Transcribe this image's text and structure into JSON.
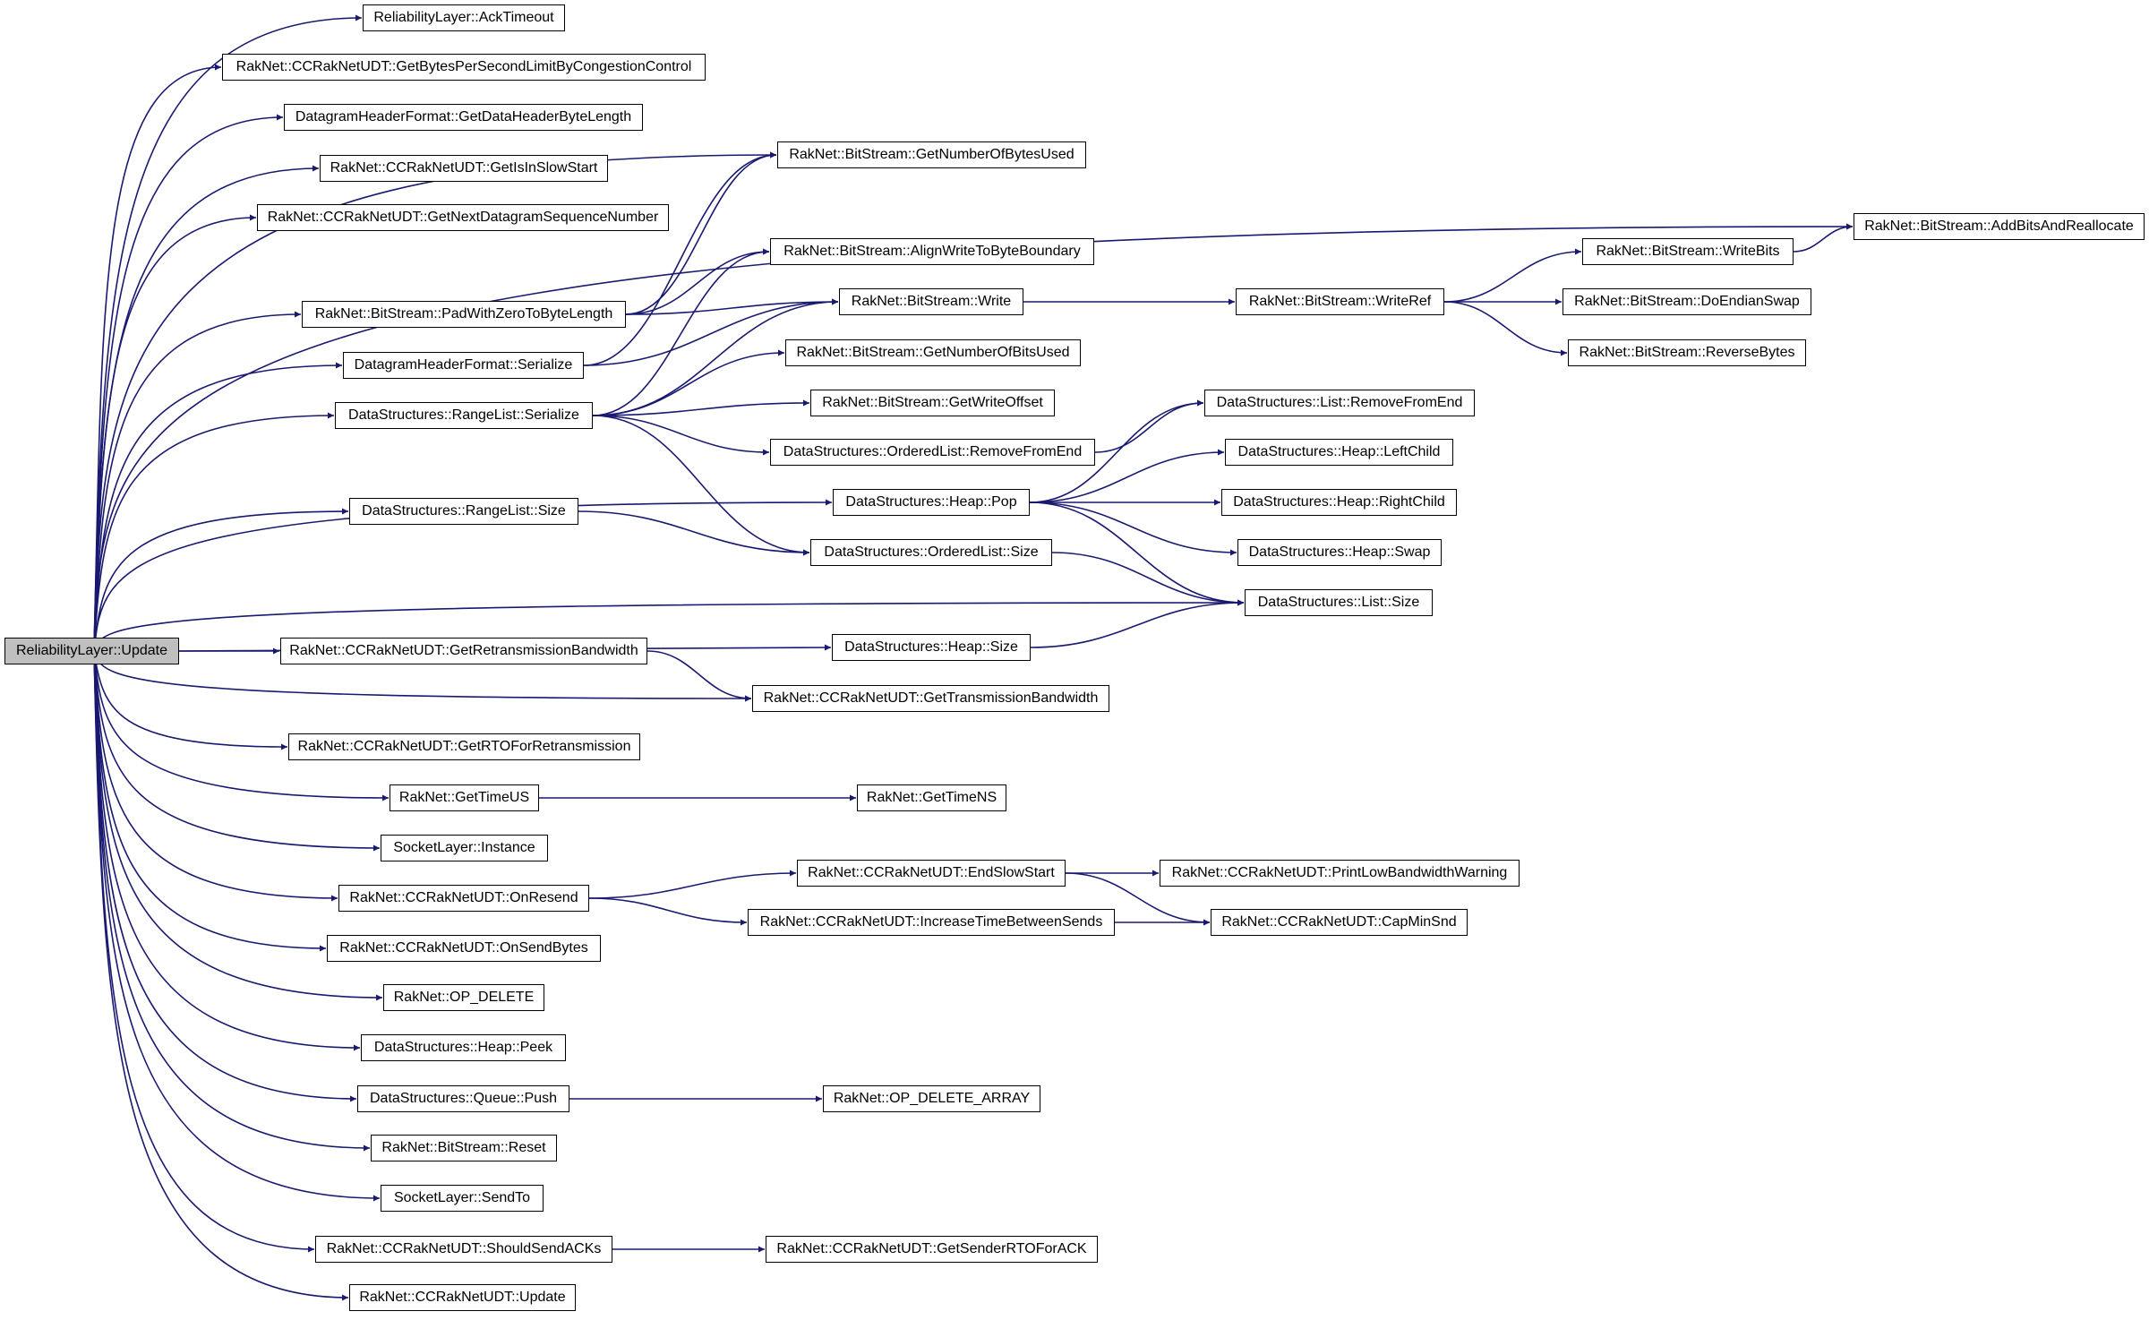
{
  "colors": {
    "edge": "#191970",
    "border": "#000000",
    "root_fill": "#bfbfbf",
    "node_fill": "#ffffff"
  },
  "nodes": {
    "root": "ReliabilityLayer::Update",
    "ackTimeout": "ReliabilityLayer::AckTimeout",
    "getBytesPerSecondLimit": "RakNet::CCRakNetUDT::GetBytesPerSecondLimitByCongestionControl",
    "getDataHeaderByteLength": "DatagramHeaderFormat::GetDataHeaderByteLength",
    "getIsInSlowStart": "RakNet::CCRakNetUDT::GetIsInSlowStart",
    "getNextDatagramSeq": "RakNet::CCRakNetUDT::GetNextDatagramSequenceNumber",
    "padWithZero": "RakNet::BitStream::PadWithZeroToByteLength",
    "dhfSerialize": "DatagramHeaderFormat::Serialize",
    "rangeListSerialize": "DataStructures::RangeList::Serialize",
    "rangeListSize": "DataStructures::RangeList::Size",
    "getRetransmissionBandwidth": "RakNet::CCRakNetUDT::GetRetransmissionBandwidth",
    "getRTOForRetransmission": "RakNet::CCRakNetUDT::GetRTOForRetransmission",
    "getTimeUS": "RakNet::GetTimeUS",
    "socketInstance": "SocketLayer::Instance",
    "onResend": "RakNet::CCRakNetUDT::OnResend",
    "onSendBytes": "RakNet::CCRakNetUDT::OnSendBytes",
    "opDelete": "RakNet::OP_DELETE",
    "heapPeek": "DataStructures::Heap::Peek",
    "queuePush": "DataStructures::Queue::Push",
    "bsReset": "RakNet::BitStream::Reset",
    "sendTo": "SocketLayer::SendTo",
    "shouldSendACKs": "RakNet::CCRakNetUDT::ShouldSendACKs",
    "udtUpdate": "RakNet::CCRakNetUDT::Update",
    "getNumberOfBytesUsed": "RakNet::BitStream::GetNumberOfBytesUsed",
    "alignWrite": "RakNet::BitStream::AlignWriteToByteBoundary",
    "bsWrite": "RakNet::BitStream::Write",
    "getNumberOfBitsUsed": "RakNet::BitStream::GetNumberOfBitsUsed",
    "getWriteOffset": "RakNet::BitStream::GetWriteOffset",
    "orderedRemoveFromEnd": "DataStructures::OrderedList::RemoveFromEnd",
    "heapPop": "DataStructures::Heap::Pop",
    "orderedListSize": "DataStructures::OrderedList::Size",
    "heapSize": "DataStructures::Heap::Size",
    "getTransmissionBandwidth": "RakNet::CCRakNetUDT::GetTransmissionBandwidth",
    "getTimeNS": "RakNet::GetTimeNS",
    "endSlowStart": "RakNet::CCRakNetUDT::EndSlowStart",
    "increaseTimeBetweenSends": "RakNet::CCRakNetUDT::IncreaseTimeBetweenSends",
    "opDeleteArray": "RakNet::OP_DELETE_ARRAY",
    "getSenderRTOForACK": "RakNet::CCRakNetUDT::GetSenderRTOForACK",
    "writeRef": "RakNet::BitStream::WriteRef",
    "listRemoveFromEnd": "DataStructures::List::RemoveFromEnd",
    "heapLeftChild": "DataStructures::Heap::LeftChild",
    "heapRightChild": "DataStructures::Heap::RightChild",
    "heapSwap": "DataStructures::Heap::Swap",
    "listSize": "DataStructures::List::Size",
    "printLowBandwidth": "RakNet::CCRakNetUDT::PrintLowBandwidthWarning",
    "capMinSnd": "RakNet::CCRakNetUDT::CapMinSnd",
    "writeBits": "RakNet::BitStream::WriteBits",
    "doEndianSwap": "RakNet::BitStream::DoEndianSwap",
    "reverseBytes": "RakNet::BitStream::ReverseBytes",
    "addBitsAndReallocate": "RakNet::BitStream::AddBitsAndReallocate"
  },
  "edges": [
    [
      "root",
      "ackTimeout"
    ],
    [
      "root",
      "getBytesPerSecondLimit"
    ],
    [
      "root",
      "getDataHeaderByteLength"
    ],
    [
      "root",
      "getIsInSlowStart"
    ],
    [
      "root",
      "getNextDatagramSeq"
    ],
    [
      "root",
      "padWithZero"
    ],
    [
      "root",
      "dhfSerialize"
    ],
    [
      "root",
      "rangeListSerialize"
    ],
    [
      "root",
      "rangeListSize"
    ],
    [
      "root",
      "getRetransmissionBandwidth"
    ],
    [
      "root",
      "getRTOForRetransmission"
    ],
    [
      "root",
      "getTimeUS"
    ],
    [
      "root",
      "socketInstance"
    ],
    [
      "root",
      "onResend"
    ],
    [
      "root",
      "onSendBytes"
    ],
    [
      "root",
      "opDelete"
    ],
    [
      "root",
      "heapPeek"
    ],
    [
      "root",
      "queuePush"
    ],
    [
      "root",
      "bsReset"
    ],
    [
      "root",
      "sendTo"
    ],
    [
      "root",
      "shouldSendACKs"
    ],
    [
      "root",
      "udtUpdate"
    ],
    [
      "root",
      "getNumberOfBytesUsed"
    ],
    [
      "root",
      "addBitsAndReallocate"
    ],
    [
      "root",
      "heapPop"
    ],
    [
      "root",
      "listSize"
    ],
    [
      "root",
      "heapSize"
    ],
    [
      "root",
      "getTransmissionBandwidth"
    ],
    [
      "padWithZero",
      "getNumberOfBytesUsed"
    ],
    [
      "padWithZero",
      "alignWrite"
    ],
    [
      "padWithZero",
      "bsWrite"
    ],
    [
      "dhfSerialize",
      "bsWrite"
    ],
    [
      "dhfSerialize",
      "getNumberOfBytesUsed"
    ],
    [
      "rangeListSerialize",
      "alignWrite"
    ],
    [
      "rangeListSerialize",
      "bsWrite"
    ],
    [
      "rangeListSerialize",
      "getNumberOfBitsUsed"
    ],
    [
      "rangeListSerialize",
      "getWriteOffset"
    ],
    [
      "rangeListSerialize",
      "orderedRemoveFromEnd"
    ],
    [
      "rangeListSerialize",
      "orderedListSize"
    ],
    [
      "rangeListSize",
      "orderedListSize"
    ],
    [
      "getRetransmissionBandwidth",
      "getTransmissionBandwidth"
    ],
    [
      "getTimeUS",
      "getTimeNS"
    ],
    [
      "onResend",
      "endSlowStart"
    ],
    [
      "onResend",
      "increaseTimeBetweenSends"
    ],
    [
      "queuePush",
      "opDeleteArray"
    ],
    [
      "shouldSendACKs",
      "getSenderRTOForACK"
    ],
    [
      "bsWrite",
      "writeRef"
    ],
    [
      "orderedRemoveFromEnd",
      "listRemoveFromEnd"
    ],
    [
      "heapPop",
      "listRemoveFromEnd"
    ],
    [
      "heapPop",
      "heapLeftChild"
    ],
    [
      "heapPop",
      "heapRightChild"
    ],
    [
      "heapPop",
      "heapSwap"
    ],
    [
      "heapPop",
      "listSize"
    ],
    [
      "orderedListSize",
      "listSize"
    ],
    [
      "heapSize",
      "listSize"
    ],
    [
      "endSlowStart",
      "printLowBandwidth"
    ],
    [
      "endSlowStart",
      "capMinSnd"
    ],
    [
      "increaseTimeBetweenSends",
      "capMinSnd"
    ],
    [
      "writeRef",
      "writeBits"
    ],
    [
      "writeRef",
      "doEndianSwap"
    ],
    [
      "writeRef",
      "reverseBytes"
    ],
    [
      "writeBits",
      "addBitsAndReallocate"
    ]
  ]
}
